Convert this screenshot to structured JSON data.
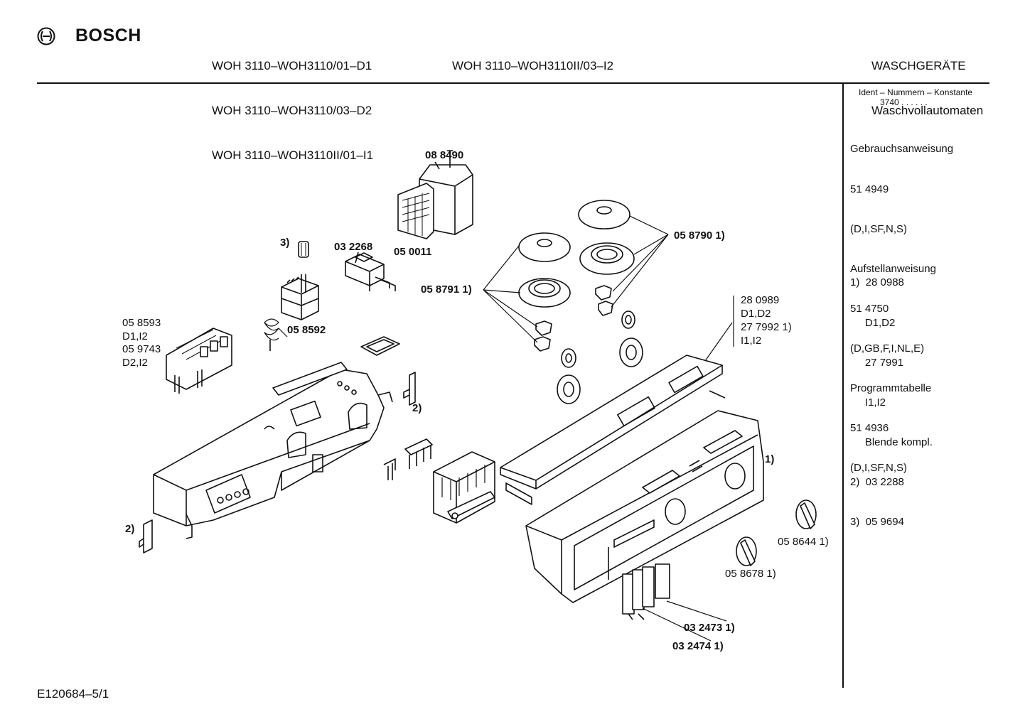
{
  "header": {
    "brand": "BOSCH",
    "models_col1": [
      "WOH 3110–WOH3110/01–D1",
      "WOH 3110–WOH3110/03–D2",
      "WOH 3110–WOH3110II/01–I1"
    ],
    "models_col2": [
      "WOH 3110–WOH3110II/03–I2"
    ],
    "category": "WASCHGERÄTE",
    "subcategory": "Waschvollautomaten"
  },
  "sidebar": {
    "ident_title": "Ident – Nummern – Konstante",
    "ident_value": "3740  .  .  .  .  .  .",
    "docs": [
      "Gebrauchsanweisung",
      "51 4949",
      "(D,I,SF,N,S)",
      "Aufstellanweisung",
      "51 4750",
      "(D,GB,F,I,NL,E)",
      "Programmtabelle",
      "51 4936",
      "(D,I,SF,N,S)"
    ],
    "footnotes": [
      "1)  28 0988",
      "     D1,D2",
      "     27 7991",
      "     I1,I2",
      "     Blende kompl.",
      "2)  03 2288",
      "3)  05 9694"
    ]
  },
  "labels": {
    "p088490": "08 8490",
    "p050011": "05 0011",
    "p032268": "03 2268",
    "ref3": "3)",
    "p058790": "05 8790 1)",
    "p058791": "05 8791 1)",
    "p058592": "05 8592",
    "pcb_list": [
      "05 8593",
      "D1,I2",
      "05 9743",
      "D2,I2"
    ],
    "side_list": [
      "28 0989",
      "D1,D2",
      "27 7992 1)",
      "I1,I2"
    ],
    "ref2a": "2)",
    "ref2b": "2)",
    "ref1": "1)",
    "p058644": "05 8644 1)",
    "p058678": "05 8678 1)",
    "p032473": "03 2473  1)",
    "p032474": "03 2474  1)"
  },
  "footer": {
    "code": "E120684–5/1"
  }
}
